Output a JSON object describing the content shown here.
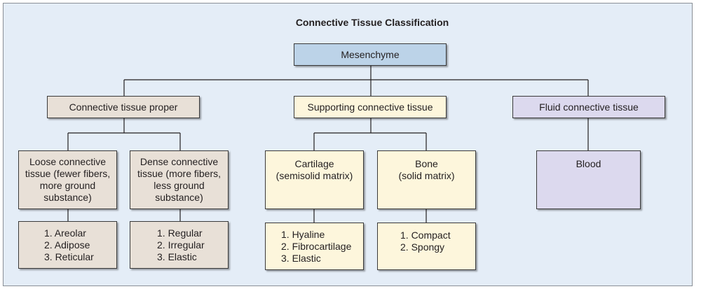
{
  "title": "Connective Tissue Classification",
  "colors": {
    "panel_bg": "#e4edf7",
    "mesenchyme_fill": "#bcd3e8",
    "proper_fill": "#e8e0d7",
    "supporting_fill": "#fdf6dc",
    "fluid_fill": "#dcd9ee"
  },
  "root": {
    "label": "Mesenchyme"
  },
  "categories": {
    "proper": {
      "label": "Connective tissue proper"
    },
    "supporting": {
      "label": "Supporting connective tissue"
    },
    "fluid": {
      "label": "Fluid connective tissue"
    }
  },
  "subtypes": {
    "loose": {
      "lines": [
        "Loose connective",
        "tissue (fewer fibers,",
        "more ground",
        "substance)"
      ]
    },
    "dense": {
      "lines": [
        "Dense connective",
        "tissue (more fibers,",
        "less ground",
        "substance)"
      ]
    },
    "cartilage": {
      "lines": [
        "Cartilage",
        "(semisolid matrix)"
      ]
    },
    "bone": {
      "lines": [
        "Bone",
        "(solid matrix)"
      ]
    },
    "blood": {
      "lines": [
        "Blood"
      ]
    }
  },
  "examples": {
    "loose": [
      "1. Areolar",
      "2. Adipose",
      "3. Reticular"
    ],
    "dense": [
      "1. Regular",
      "2. Irregular",
      "3. Elastic"
    ],
    "cartilage": [
      "1. Hyaline",
      "2. Fibrocartilage",
      "3. Elastic"
    ],
    "bone": [
      "1. Compact",
      "2. Spongy"
    ]
  }
}
